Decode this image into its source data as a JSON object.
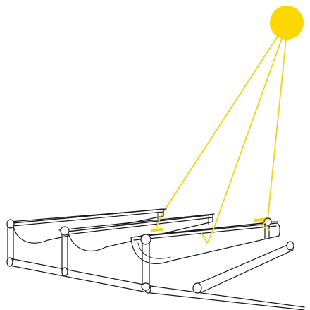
{
  "colors": {
    "sun": "#FFD700",
    "ray": "#F2D21B",
    "absorber": "#F2D21B",
    "outline": "#1a1a1a",
    "background": "#ffffff"
  },
  "elements": {
    "sun": "sun-icon",
    "collectors": [
      "parabolic-trough-back",
      "parabolic-trough-middle",
      "parabolic-trough-front"
    ],
    "piping": "header-pipe"
  }
}
